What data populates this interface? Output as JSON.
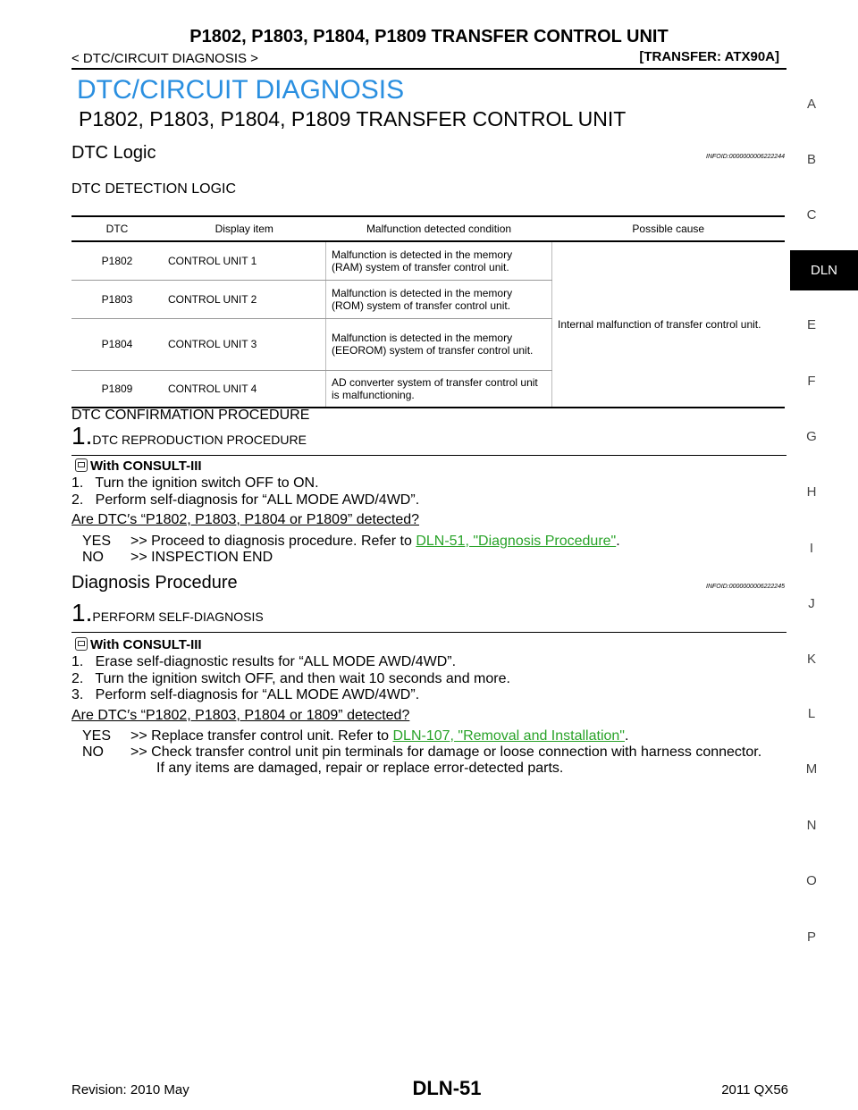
{
  "header": {
    "title": "P1802, P1803, P1804, P1809 TRANSFER CONTROL UNIT",
    "left": "< DTC/CIRCUIT DIAGNOSIS >",
    "right": "[TRANSFER: ATX90A]"
  },
  "section_title": "DTC/CIRCUIT DIAGNOSIS",
  "heading1": "P1802, P1803, P1804, P1809 TRANSFER CONTROL UNIT",
  "dtc_logic": {
    "title": "DTC Logic",
    "infoid": "INFOID:0000000006222244",
    "detection_title": "DTC DETECTION LOGIC",
    "table": {
      "headers": [
        "DTC",
        "Display item",
        "Malfunction detected condition",
        "Possible cause"
      ],
      "rows": [
        {
          "dtc": "P1802",
          "item": "CONTROL UNIT 1",
          "condition": "Malfunction is detected in the memory (RAM) system of transfer control unit."
        },
        {
          "dtc": "P1803",
          "item": "CONTROL UNIT 2",
          "condition": "Malfunction is detected in the memory (ROM) system of transfer control unit."
        },
        {
          "dtc": "P1804",
          "item": "CONTROL UNIT 3",
          "condition": "Malfunction is detected in the memory (EEOROM) system of transfer control unit."
        },
        {
          "dtc": "P1809",
          "item": "CONTROL UNIT 4",
          "condition": "AD converter system of transfer control unit is malfunctioning."
        }
      ],
      "cause": "Internal malfunction of transfer control unit."
    },
    "confirmation_title": "DTC CONFIRMATION PROCEDURE",
    "step": {
      "num": "1.",
      "label": "DTC REPRODUCTION PROCEDURE"
    },
    "consult": "With CONSULT-III",
    "lines": [
      "1.   Turn the ignition switch OFF to ON.",
      "2.   Perform self-diagnosis for “ALL MODE AWD/4WD”."
    ],
    "question": "Are DTC′s “P1802, P1803, P1804 or P1809” detected?",
    "yes": {
      "key": "YES",
      "text": ">> Proceed to diagnosis procedure. Refer to ",
      "link": "DLN-51, \"Diagnosis Procedure\"",
      "tail": "."
    },
    "no": {
      "key": "NO",
      "text": ">> INSPECTION END"
    }
  },
  "diagnosis": {
    "title": "Diagnosis Procedure",
    "infoid": "INFOID:0000000006222245",
    "step": {
      "num": "1.",
      "label": "PERFORM SELF-DIAGNOSIS"
    },
    "consult": "With CONSULT-III",
    "lines": [
      "1.   Erase self-diagnostic results for “ALL MODE AWD/4WD”.",
      "2.   Turn the ignition switch OFF, and then wait 10 seconds and more.",
      "3.   Perform self-diagnosis for “ALL MODE AWD/4WD”."
    ],
    "question": "Are DTC′s “P1802, P1803, P1804 or 1809” detected?",
    "yes": {
      "key": "YES",
      "text": ">> Replace transfer control unit. Refer to ",
      "link": "DLN-107, \"Removal and Installation\"",
      "tail": "."
    },
    "no": {
      "key": "NO",
      "text": ">> Check transfer control unit pin terminals for damage or loose connection with harness connector.",
      "text2": "If any items are damaged, repair or replace error-detected parts."
    }
  },
  "sidebar": {
    "letters": [
      "A",
      "B",
      "C",
      "E",
      "F",
      "G",
      "H",
      "I",
      "J",
      "K",
      "L",
      "M",
      "N",
      "O",
      "P"
    ],
    "active": "DLN"
  },
  "footer": {
    "left": "Revision: 2010 May",
    "center": "DLN-51",
    "right": "2011 QX56"
  }
}
